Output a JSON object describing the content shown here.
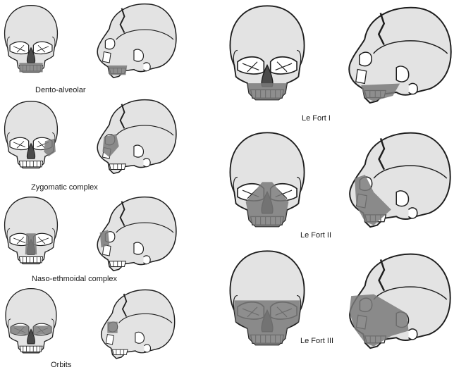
{
  "colors": {
    "bone": "#e3e3e3",
    "outline": "#1e1e1e",
    "fracture": "#7a7a7a",
    "dark": "#4a4a4a"
  },
  "panels": [
    {
      "caption": "Dento-alveolar"
    },
    {
      "caption": "Zygomatic complex"
    },
    {
      "caption": "Naso-ethmoidal complex"
    },
    {
      "caption": "Orbits"
    },
    {
      "caption": "Le Fort I"
    },
    {
      "caption": "Le Fort II"
    },
    {
      "caption": "Le Fort III"
    }
  ]
}
